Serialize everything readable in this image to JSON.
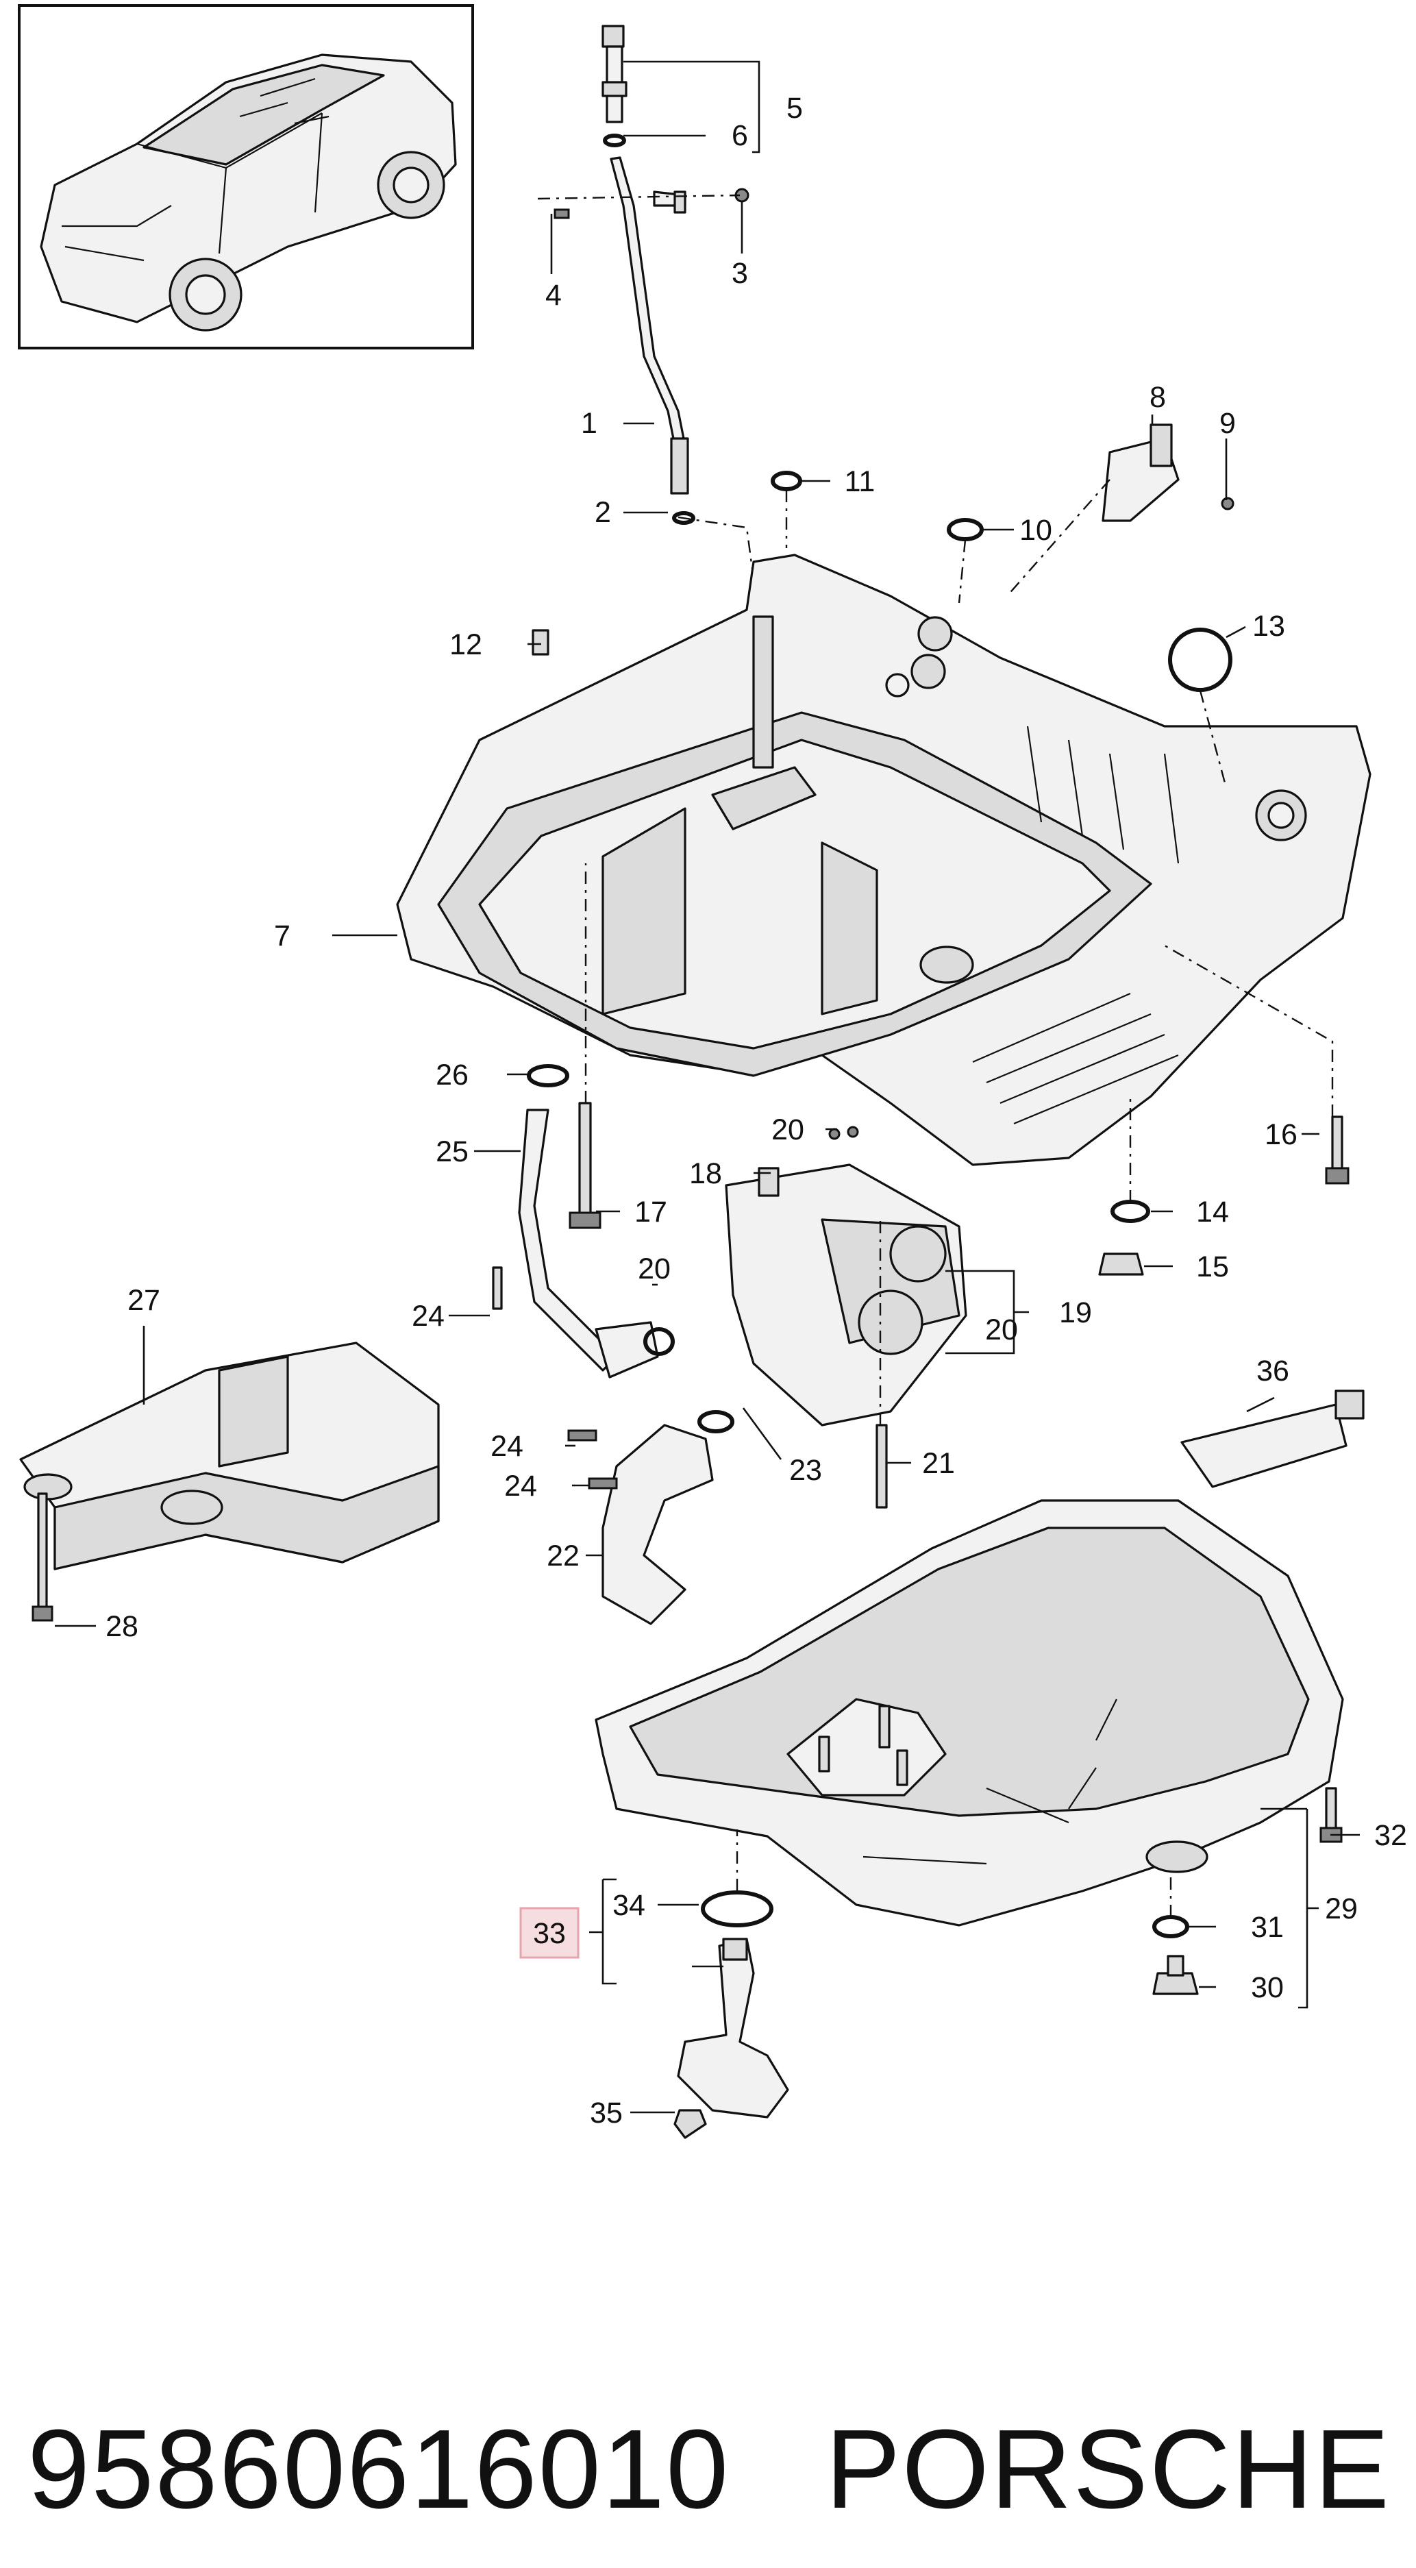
{
  "callouts": {
    "c1": "1",
    "c2": "2",
    "c3": "3",
    "c4": "4",
    "c5": "5",
    "c6": "6",
    "c7": "7",
    "c8": "8",
    "c9": "9",
    "c10": "10",
    "c11": "11",
    "c12": "12",
    "c13": "13",
    "c14": "14",
    "c15": "15",
    "c16": "16",
    "c17": "17",
    "c18": "18",
    "c19": "19",
    "c20a": "20",
    "c20b": "20",
    "c20c": "20",
    "c21": "21",
    "c22": "22",
    "c23": "23",
    "c24a": "24",
    "c24b": "24",
    "c24c": "24",
    "c25": "25",
    "c26": "26",
    "c27": "27",
    "c28": "28",
    "c29": "29",
    "c30": "30",
    "c31": "31",
    "c32": "32",
    "c33": "33",
    "c34": "34",
    "c35": "35",
    "c36": "36"
  },
  "highlight_color": "#e8a3ad",
  "footer": {
    "part_number": "95860616010",
    "brand": "PORSCHE"
  }
}
